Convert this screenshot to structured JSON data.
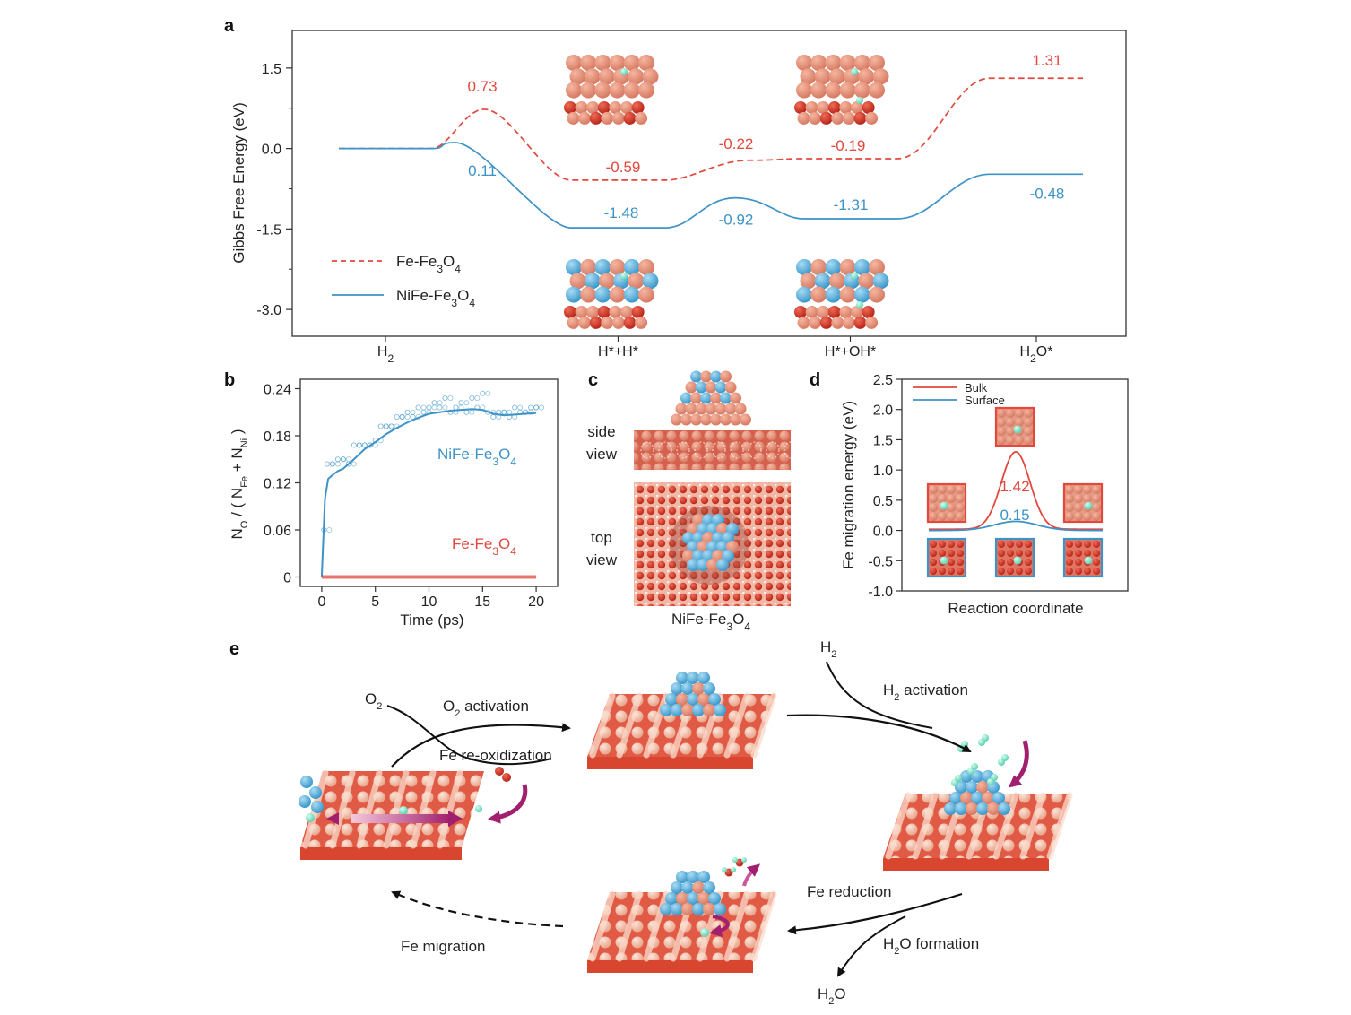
{
  "panels": {
    "a": "a",
    "b": "b",
    "c": "c",
    "d": "d",
    "e": "e"
  },
  "chart_data": [
    {
      "id": "a",
      "type": "line",
      "ylabel": "Gibbs Free Energy (eV)",
      "ylim": [
        -3.5,
        2.2
      ],
      "yticks": [
        1.5,
        0.0,
        -1.5,
        -3.0
      ],
      "ytick_labels": [
        "1.5",
        "0.0",
        "-1.5",
        "-3.0"
      ],
      "categories": [
        {
          "label": "H",
          "sub": "2",
          "tail": ""
        },
        {
          "label": "H*+H*",
          "sub": "",
          "tail": ""
        },
        {
          "label": "H*+OH*",
          "sub": "",
          "tail": ""
        },
        {
          "label": "H",
          "sub": "2",
          "tail": "O*"
        }
      ],
      "series": [
        {
          "name": "Fe-Fe3O4",
          "name_parts": [
            "Fe-Fe",
            "3",
            "O",
            "4"
          ],
          "color": "#e2483d",
          "dashed": true,
          "plateaus": [
            0.0,
            -0.59,
            -0.19,
            1.31
          ],
          "transition_states": [
            0.73,
            -0.22
          ],
          "labels": [
            "0.73",
            "-0.59",
            "-0.22",
            "-0.19",
            "1.31"
          ]
        },
        {
          "name": "NiFe-Fe3O4",
          "name_parts": [
            "NiFe-Fe",
            "3",
            "O",
            "4"
          ],
          "color": "#3d93c7",
          "dashed": false,
          "plateaus": [
            0.0,
            -1.48,
            -1.31,
            -0.48
          ],
          "transition_states": [
            0.11,
            -0.92
          ],
          "labels": [
            "0.11",
            "-1.48",
            "-0.92",
            "-1.31",
            "-0.48"
          ]
        }
      ]
    },
    {
      "id": "b",
      "type": "scatter",
      "xlabel": "Time (ps)",
      "ylabel": "N",
      "ylabel_parts": [
        "N",
        "O",
        " / ( N",
        "Fe",
        " + N",
        "Ni",
        " )"
      ],
      "xlim": [
        -2,
        22
      ],
      "ylim": [
        -0.012,
        0.252
      ],
      "xticks": [
        0,
        5,
        10,
        15,
        20
      ],
      "yticks": [
        0,
        0.06,
        0.12,
        0.18,
        0.24
      ],
      "ytick_labels": [
        "0",
        "0.06",
        "0.12",
        "0.18",
        "0.24"
      ],
      "series": [
        {
          "name": "NiFe-Fe3O4",
          "name_parts": [
            "NiFe-Fe",
            "3",
            "O",
            "4"
          ],
          "color": "#3d93c7",
          "trend_x": [
            0,
            0.3,
            0.6,
            1.0,
            1.5,
            2.0,
            3.0,
            4.0,
            5.0,
            6.0,
            7.0,
            8.0,
            9.0,
            10.0,
            11.0,
            12.0,
            13.0,
            14.0,
            15.0,
            16.0,
            17.0,
            18.0,
            19.0,
            20.0
          ],
          "trend_y": [
            0,
            0.1,
            0.125,
            0.13,
            0.135,
            0.138,
            0.15,
            0.163,
            0.172,
            0.182,
            0.19,
            0.197,
            0.203,
            0.208,
            0.21,
            0.212,
            0.213,
            0.214,
            0.213,
            0.208,
            0.206,
            0.207,
            0.208,
            0.209
          ],
          "points_x": [
            0.2,
            0.5,
            1.0,
            1.5,
            2.0,
            2.5,
            3.0,
            3.5,
            4.0,
            4.5,
            5.0,
            5.5,
            6.0,
            6.5,
            7.0,
            7.5,
            8.0,
            8.5,
            9.0,
            9.5,
            10.0,
            10.5,
            11.0,
            11.5,
            12.0,
            12.5,
            13.0,
            13.5,
            14.0,
            14.5,
            15.0,
            15.5,
            16.0,
            16.5,
            17.0,
            17.5,
            18.0,
            18.5,
            19.0,
            19.5,
            20.0
          ],
          "points_y": [
            0.06,
            0.144,
            0.144,
            0.15,
            0.15,
            0.144,
            0.168,
            0.168,
            0.168,
            0.168,
            0.174,
            0.192,
            0.192,
            0.192,
            0.204,
            0.204,
            0.21,
            0.204,
            0.216,
            0.21,
            0.216,
            0.222,
            0.216,
            0.228,
            0.21,
            0.216,
            0.222,
            0.21,
            0.228,
            0.216,
            0.234,
            0.21,
            0.204,
            0.21,
            0.21,
            0.204,
            0.216,
            0.21,
            0.21,
            0.216,
            0.216
          ]
        },
        {
          "name": "Fe-Fe3O4",
          "name_parts": [
            "Fe-Fe",
            "3",
            "O",
            "4"
          ],
          "color": "#e2483d",
          "trend_x": [
            0,
            20
          ],
          "trend_y": [
            0,
            0
          ]
        }
      ]
    },
    {
      "id": "d",
      "type": "line",
      "xlabel": "Reaction coordinate",
      "ylabel": "Fe migration energy (eV)",
      "ylim": [
        -1.0,
        2.5
      ],
      "yticks": [
        2.5,
        2.0,
        1.5,
        1.0,
        0.5,
        0.0,
        -0.5,
        -1.0
      ],
      "ytick_labels": [
        "2.5",
        "2.0",
        "1.5",
        "1.0",
        "0.5",
        "0.0",
        "-0.5",
        "-1.0"
      ],
      "series": [
        {
          "name": "Bulk",
          "color": "#e2483d",
          "barrier": 1.42,
          "label": "1.42"
        },
        {
          "name": "Surface",
          "color": "#3d93c7",
          "barrier": 0.15,
          "label": "0.15"
        }
      ]
    }
  ],
  "panel_c": {
    "side_view": [
      "side",
      "view"
    ],
    "top_view": [
      "top",
      "view"
    ],
    "caption_parts": [
      "NiFe-Fe",
      "3",
      "O",
      "4"
    ]
  },
  "panel_e": {
    "o2": [
      "O",
      "2"
    ],
    "o2_activation": [
      "O",
      "2",
      " activation"
    ],
    "fe_reoxidization": "Fe re-oxidization",
    "h2": [
      "H",
      "2"
    ],
    "h2_activation": [
      "H",
      "2",
      " activation"
    ],
    "fe_reduction": "Fe reduction",
    "h2o_formation": [
      "H",
      "2",
      "O formation"
    ],
    "h2o": [
      "H",
      "2",
      "O"
    ],
    "fe_migration": "Fe migration"
  },
  "colors": {
    "red": "#e2483d",
    "blue": "#3d93c7",
    "atom_light": "#f2c3b0",
    "atom_dark": "#dd4a38",
    "ni": "#5bb3de",
    "h": "#7fe1c6"
  }
}
